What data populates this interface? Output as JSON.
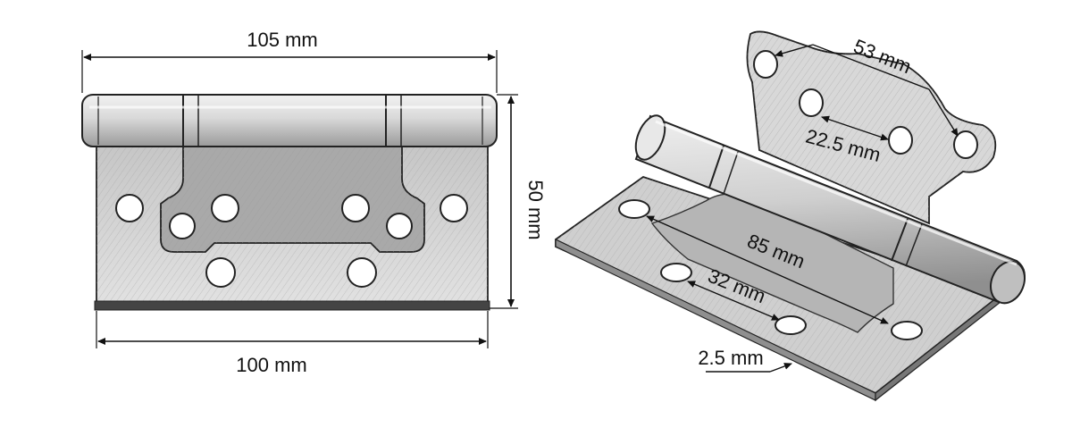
{
  "front_view": {
    "overall_width_label": "105 mm",
    "leaf_width_label": "100 mm",
    "height_label": "50 mm"
  },
  "perspective_view": {
    "top_leaf_hole_span_label": "53 mm",
    "top_leaf_inner_hole_label": "22.5 mm",
    "bottom_leaf_hole_span_label": "85 mm",
    "bottom_leaf_inner_hole_label": "32 mm",
    "thickness_label": "2.5 mm"
  },
  "colors": {
    "ink": "#111111",
    "metal_light": "#e6e6e6",
    "metal_mid": "#bdbdbd",
    "metal_dark": "#8c8c8c",
    "hole_fill": "#ffffff"
  }
}
